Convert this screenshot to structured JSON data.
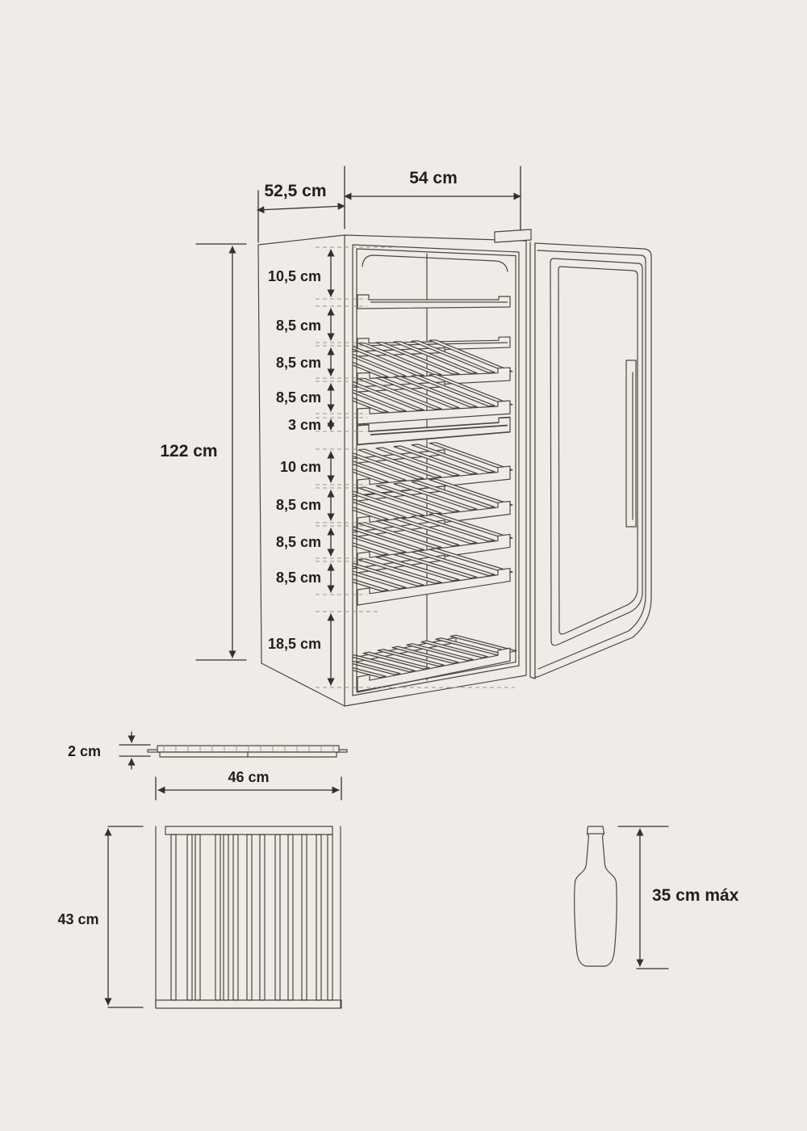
{
  "colors": {
    "background": "#efece7",
    "line_art": "#4a4540",
    "dimension_line": "#35302c",
    "dashed_guide": "#9b958d",
    "label_text": "#221e1b"
  },
  "front_view": {
    "top_width_label": "54 cm",
    "top_depth_label": "52,5 cm",
    "height_label": "122 cm",
    "shelf_gaps": [
      "10,5 cm",
      "8,5 cm",
      "8,5 cm",
      "8,5 cm",
      "3 cm",
      "10 cm",
      "8,5 cm",
      "8,5 cm",
      "8,5 cm",
      "18,5 cm"
    ]
  },
  "shelf_side_view": {
    "thickness_label": "2 cm",
    "width_label": "46 cm"
  },
  "shelf_front_view": {
    "height_label": "43 cm"
  },
  "bottle_view": {
    "max_height_label": "35 cm máx"
  }
}
